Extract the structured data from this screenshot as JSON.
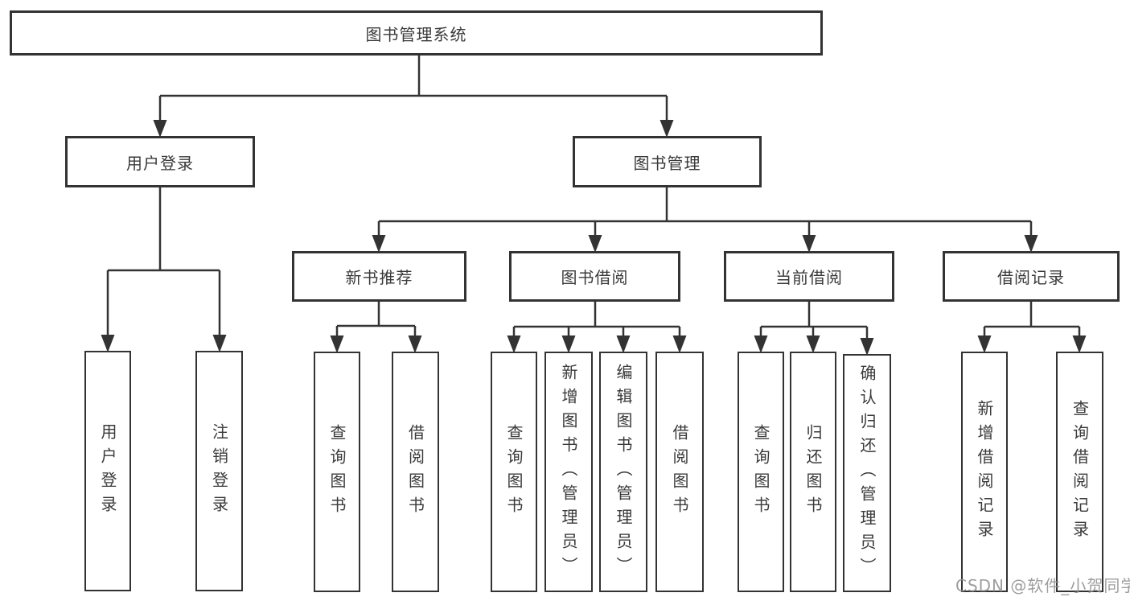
{
  "diagram": {
    "root": {
      "label": "图书管理系统"
    },
    "branches": [
      {
        "label": "用户登录",
        "children": [
          {
            "label": "用户登录"
          },
          {
            "label": "注销登录"
          }
        ]
      },
      {
        "label": "图书管理",
        "children": [
          {
            "label": "新书推荐",
            "children": [
              {
                "label": "查询图书"
              },
              {
                "label": "借阅图书"
              }
            ]
          },
          {
            "label": "图书借阅",
            "children": [
              {
                "label": "查询图书"
              },
              {
                "label": "新增图书（管理员）"
              },
              {
                "label": "编辑图书（管理员）"
              },
              {
                "label": "借阅图书"
              }
            ]
          },
          {
            "label": "当前借阅",
            "children": [
              {
                "label": "查询图书"
              },
              {
                "label": "归还图书"
              },
              {
                "label": "确认归还（管理员）"
              }
            ]
          },
          {
            "label": "借阅记录",
            "children": [
              {
                "label": "新增借阅记录"
              },
              {
                "label": "查询借阅记录"
              }
            ]
          }
        ]
      }
    ]
  },
  "watermark": {
    "text": "CSDN @软件_小贺同学"
  },
  "colors": {
    "line": "#333333",
    "text": "#3a3a3a",
    "watermark": "#949494",
    "background": "#ffffff"
  }
}
